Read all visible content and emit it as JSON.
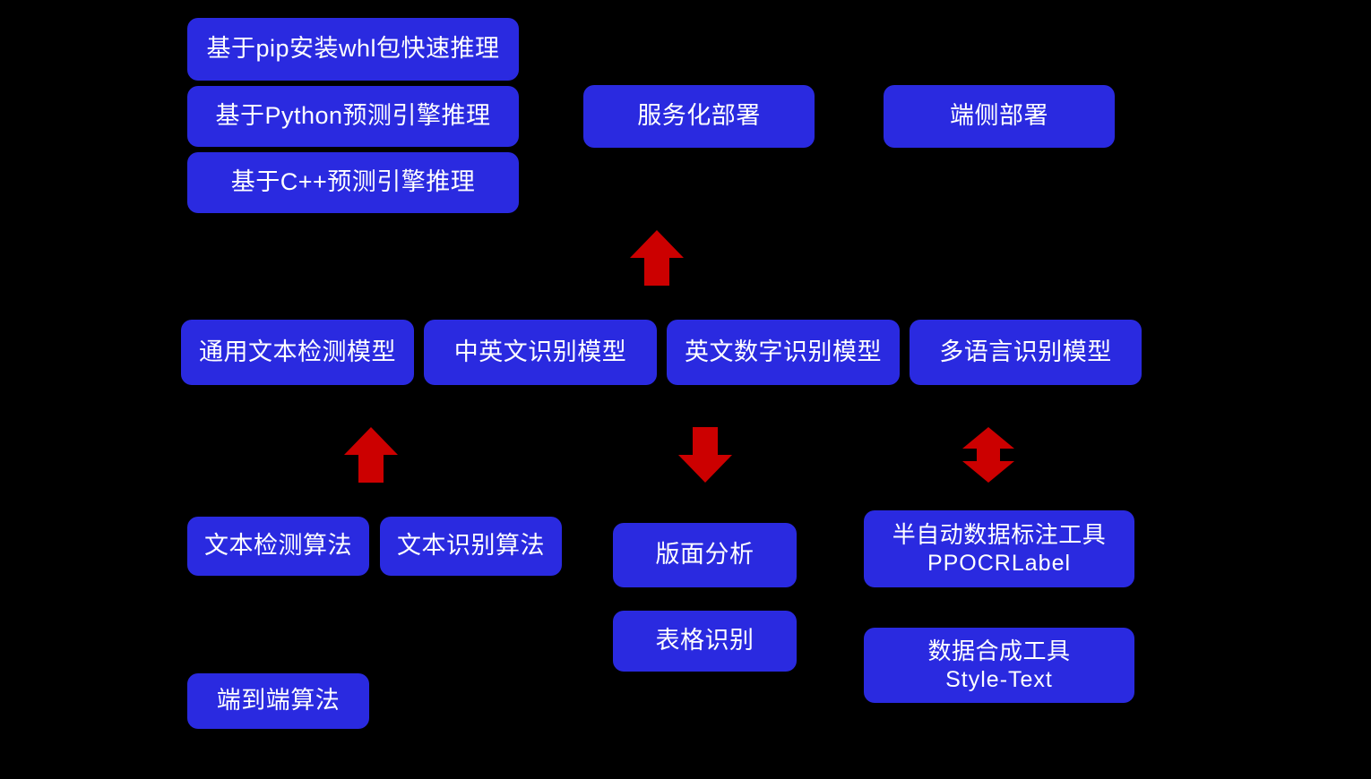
{
  "diagram": {
    "type": "flow-diagram",
    "background_color": "#000000",
    "node_color": "#2a2ae0",
    "node_text_color": "#ffffff",
    "arrow_color": "#cc0000",
    "groups": {
      "inference_modes": {
        "nodes": [
          {
            "title": "基于pip安装whl包快速推理"
          },
          {
            "title": "基于Python预测引擎推理"
          },
          {
            "title": "基于C++预测引擎推理"
          }
        ]
      },
      "deployment": {
        "nodes": [
          {
            "title": "服务化部署"
          },
          {
            "title": "端侧部署"
          }
        ]
      },
      "models": {
        "nodes": [
          {
            "title": "通用文本检测模型"
          },
          {
            "title": "中英文识别模型"
          },
          {
            "title": "英文数字识别模型"
          },
          {
            "title": "多语言识别模型"
          }
        ]
      },
      "algorithms": {
        "nodes": [
          {
            "title": "文本检测算法"
          },
          {
            "title": "文本识别算法"
          },
          {
            "title": "端到端算法"
          }
        ]
      },
      "document_analysis": {
        "nodes": [
          {
            "title": "版面分析"
          },
          {
            "title": "表格识别"
          }
        ]
      },
      "data_tools": {
        "nodes": [
          {
            "title": "半自动数据标注工具",
            "subtitle": "PPOCRLabel"
          },
          {
            "title": "数据合成工具",
            "subtitle": "Style-Text"
          }
        ]
      }
    },
    "arrows": [
      {
        "name": "arrow-models-to-deployment",
        "direction": "up"
      },
      {
        "name": "arrow-algorithms-to-models",
        "direction": "up"
      },
      {
        "name": "arrow-models-to-document-analysis",
        "direction": "down"
      },
      {
        "name": "arrow-models-to-data-tools",
        "direction": "up-down"
      }
    ]
  }
}
